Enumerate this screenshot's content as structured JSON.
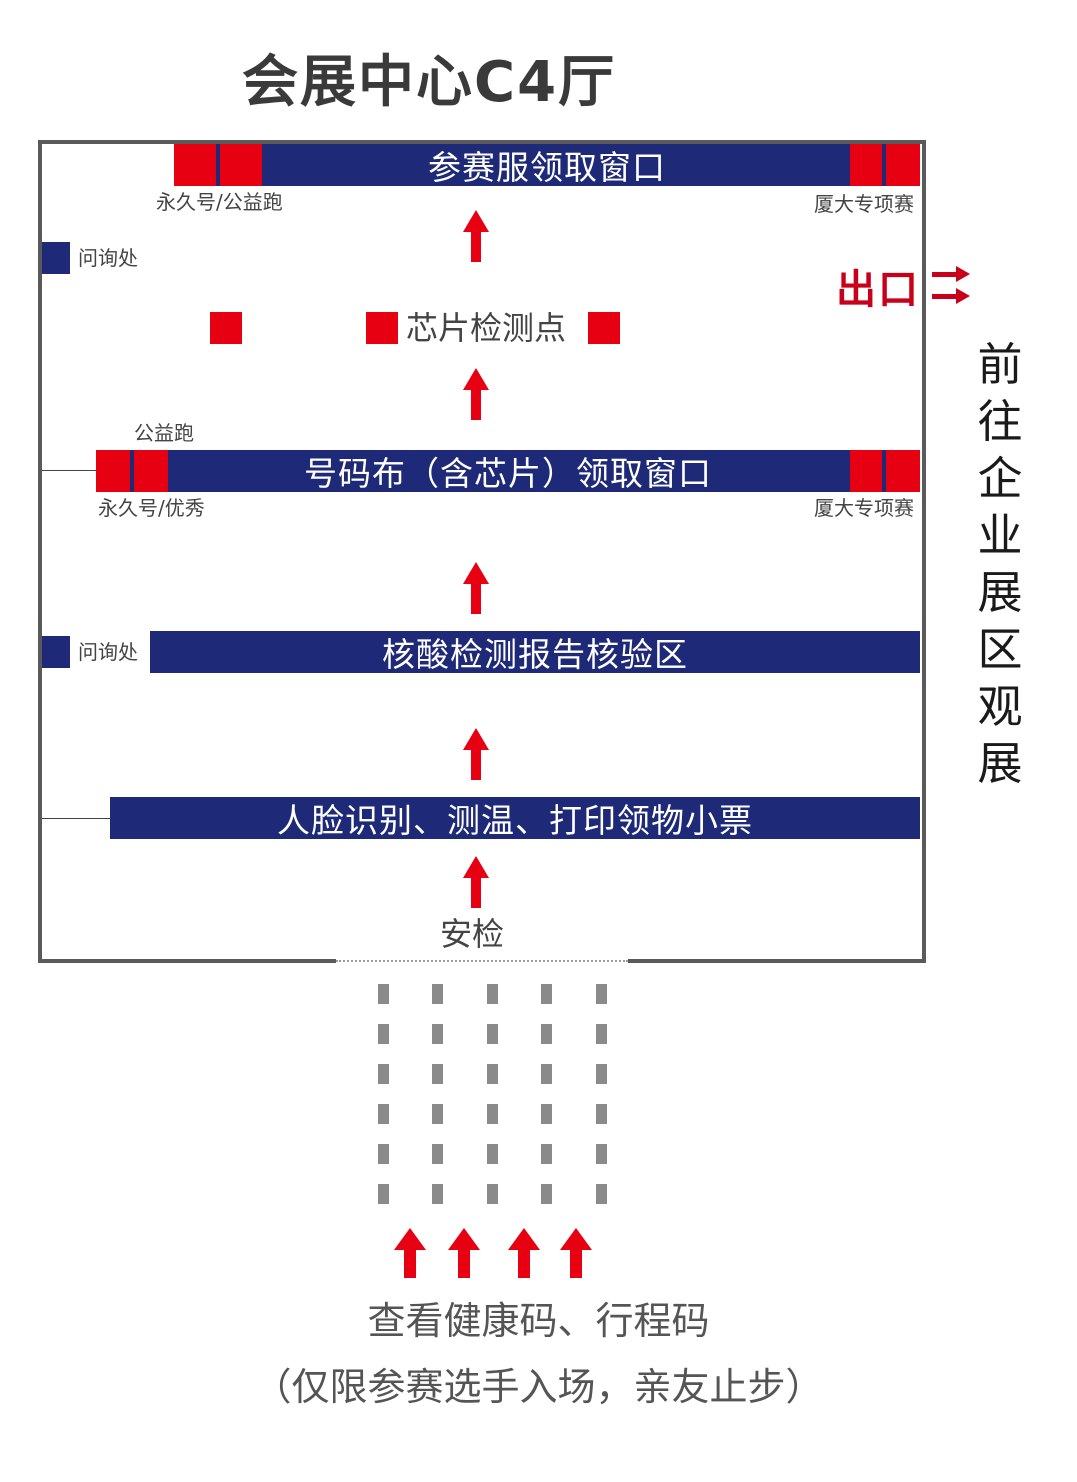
{
  "title": "会展中心C4厅",
  "stations": {
    "jersey_window": "参赛服领取窗口",
    "jersey_left_label": "永久号/公益跑",
    "jersey_right_label": "厦大专项赛",
    "info_desk_1": "问询处",
    "chip_check": "芯片检测点",
    "bib_left_top_label": "公益跑",
    "bib_window": "号码布（含芯片）领取窗口",
    "bib_left_label": "永久号/优秀",
    "bib_right_label": "厦大专项赛",
    "info_desk_2": "问询处",
    "nucleic_zone": "核酸检测报告核验区",
    "face_zone": "人脸识别、测温、打印领物小票",
    "security": "安检"
  },
  "exit": {
    "label": "出口",
    "arrow_icon": "double-right-arrow-icon"
  },
  "side_text": "前往企业展区观展",
  "bottom": {
    "line1": "查看健康码、行程码",
    "line2": "（仅限参赛选手入场，亲友止步）"
  },
  "colors": {
    "navy": "#1e2a78",
    "red": "#e60012",
    "wall": "#5a5a5a"
  }
}
